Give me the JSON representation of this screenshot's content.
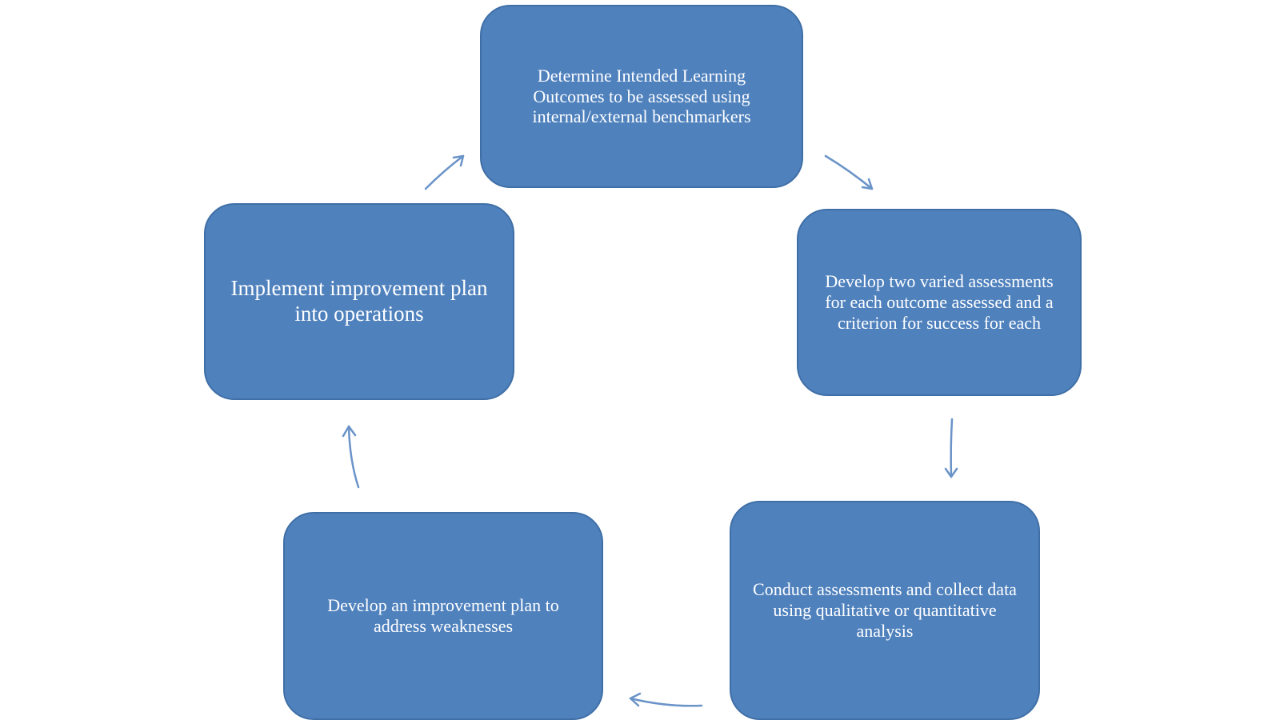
{
  "diagram": {
    "steps": [
      {
        "text": "Determine Intended Learning Outcomes to be assessed using internal/external  benchmarkers"
      },
      {
        "text": "Develop two varied assessments for each outcome assessed and a criterion for success for each"
      },
      {
        "text": "Conduct assessments  and collect data using qualitative or quantitative analysis"
      },
      {
        "text": "Develop an improvement plan  to address weaknesses"
      },
      {
        "text": "Implement improvement plan into operations"
      }
    ],
    "colors": {
      "box_fill": "#4f81bd",
      "box_border": "#3f6fa6",
      "arrow": "#6a93c8",
      "text": "#ffffff"
    }
  }
}
